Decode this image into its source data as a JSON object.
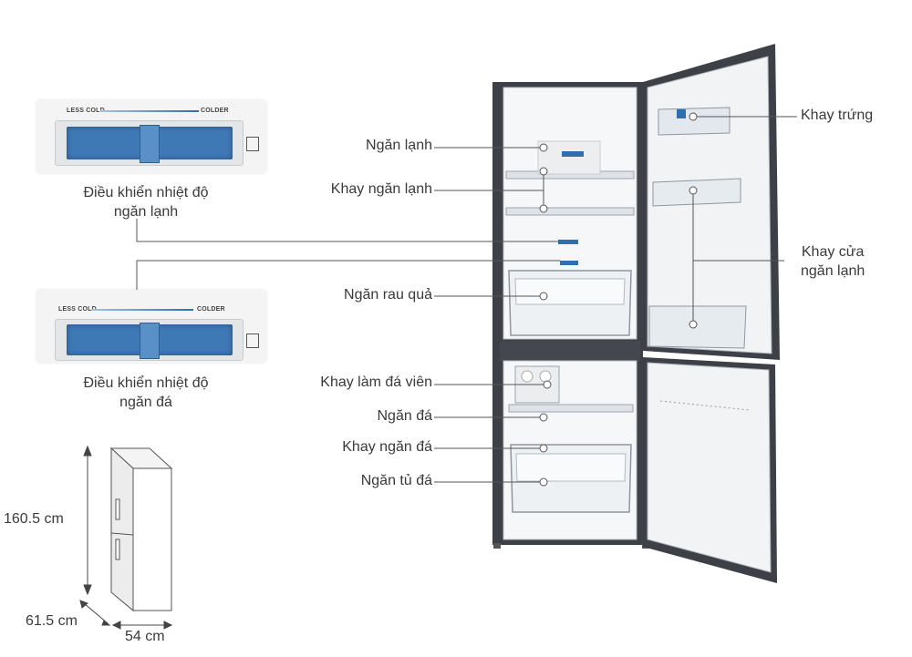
{
  "control_fridge": {
    "less": "LESS COLD",
    "more": "COLDER",
    "caption_line1": "Điều khiển nhiệt độ",
    "caption_line2": "ngăn lạnh"
  },
  "control_freezer": {
    "less": "LESS COLD",
    "more": "COLDER",
    "caption_line1": "Điều khiển nhiệt độ",
    "caption_line2": "ngăn đá"
  },
  "labels_left": [
    "Ngăn lạnh",
    "Khay ngăn lạnh",
    "Ngăn rau quả",
    "Khay làm đá viên",
    "Ngăn đá",
    "Khay ngăn đá",
    "Ngăn tủ đá"
  ],
  "labels_right": {
    "egg_tray": "Khay trứng",
    "door_tray_line1": "Khay cửa",
    "door_tray_line2": "ngăn lạnh"
  },
  "dimensions": {
    "height": "160.5 cm",
    "depth": "61.5 cm",
    "width": "54 cm"
  },
  "colors": {
    "accent_blue": "#2f6fb0",
    "cabinet_dark": "#3b3f45",
    "leader_line": "#555555"
  }
}
